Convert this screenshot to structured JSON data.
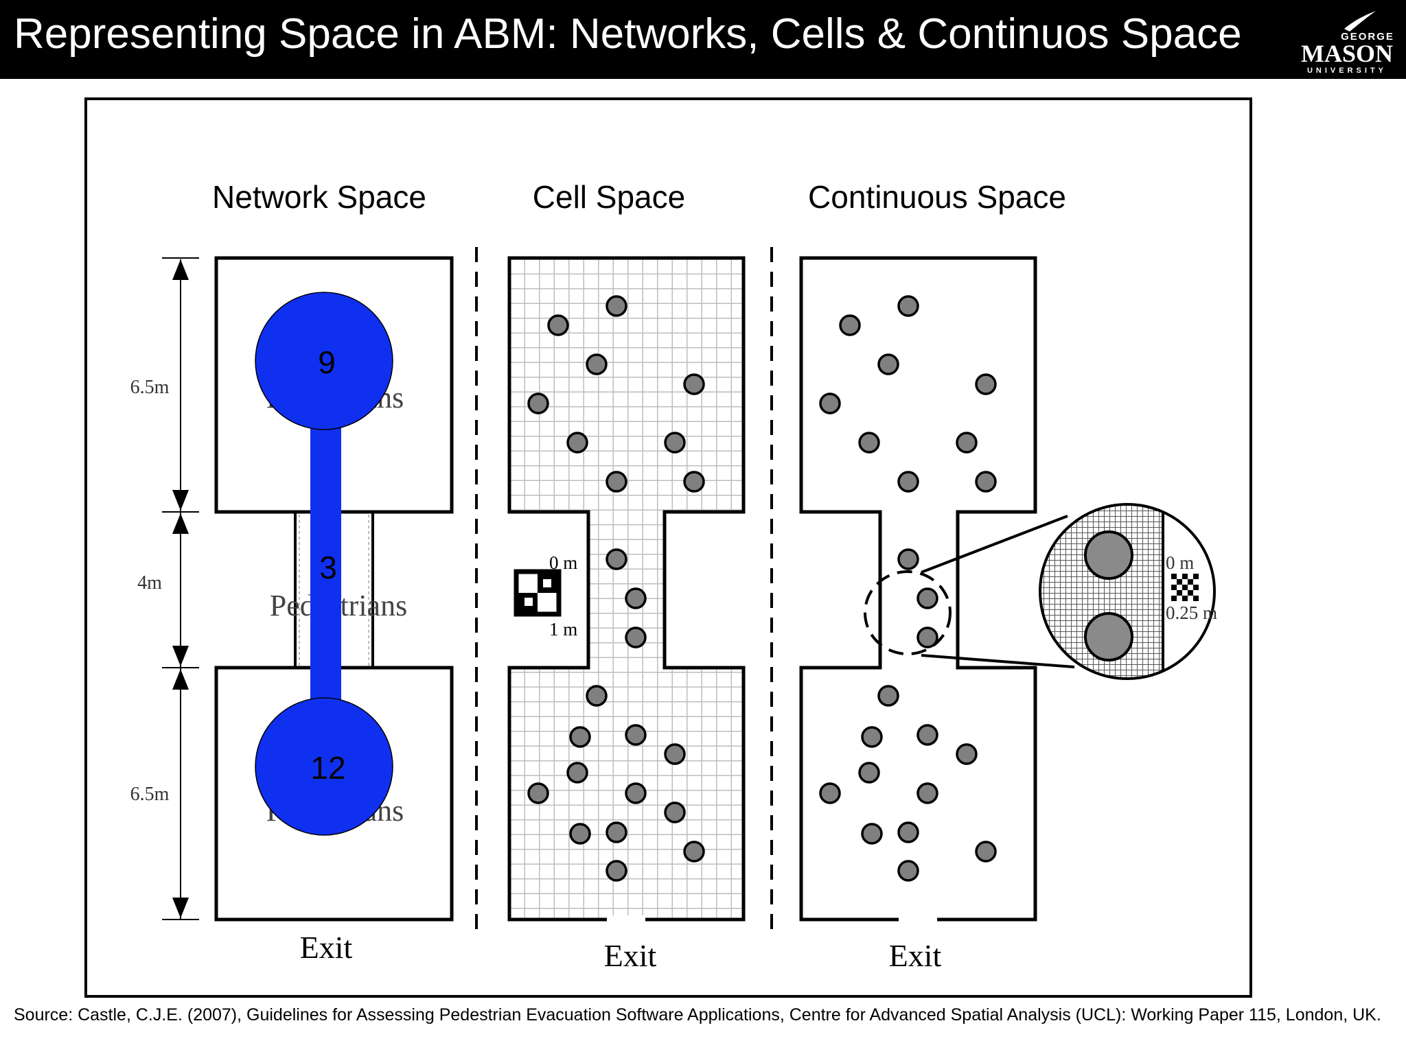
{
  "header": {
    "title": "Representing Space in ABM: Networks, Cells & Continuos Space",
    "logo": {
      "line1": "GEORGE",
      "line2": "MASON",
      "line3": "UNIVERSITY"
    }
  },
  "panels": {
    "network": {
      "heading": "Network Space",
      "dim_top": "6.5m",
      "dim_mid": "4m",
      "dim_bottom": "6.5m",
      "room_top_label": "Pedestrians",
      "corridor_label": "Pedestrians",
      "room_bottom_label": "Pedestrians",
      "node_top": "9",
      "node_mid": "3",
      "node_bottom": "12",
      "exit": "Exit"
    },
    "cell": {
      "heading": "Cell Space",
      "scale_top": "0 m",
      "scale_bottom": "1 m",
      "exit": "Exit"
    },
    "continuous": {
      "heading": "Continuous Space",
      "scale_top": "0 m",
      "scale_bottom": "0.25 m",
      "exit": "Exit"
    }
  },
  "colors": {
    "node_blue": "#1030f0",
    "agent_gray": "#808080",
    "grid_gray": "#bdbdbd"
  },
  "footer": {
    "source": "Source: Castle, C.J.E. (2007), Guidelines for Assessing Pedestrian Evacuation Software Applications, Centre for Advanced Spatial Analysis (UCL): Working Paper 115, London, UK."
  }
}
